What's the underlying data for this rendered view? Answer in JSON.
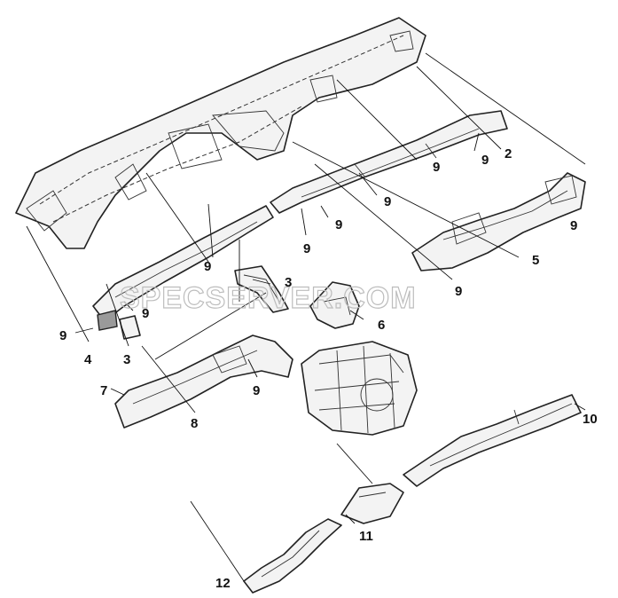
{
  "watermark": "SPECSERVER.COM",
  "callouts": [
    "9",
    "9",
    "2",
    "9",
    "9",
    "9",
    "9",
    "5",
    "9",
    "9",
    "3",
    "6",
    "9",
    "9",
    "4",
    "3",
    "7",
    "9",
    "8",
    "10",
    "11",
    "12"
  ]
}
